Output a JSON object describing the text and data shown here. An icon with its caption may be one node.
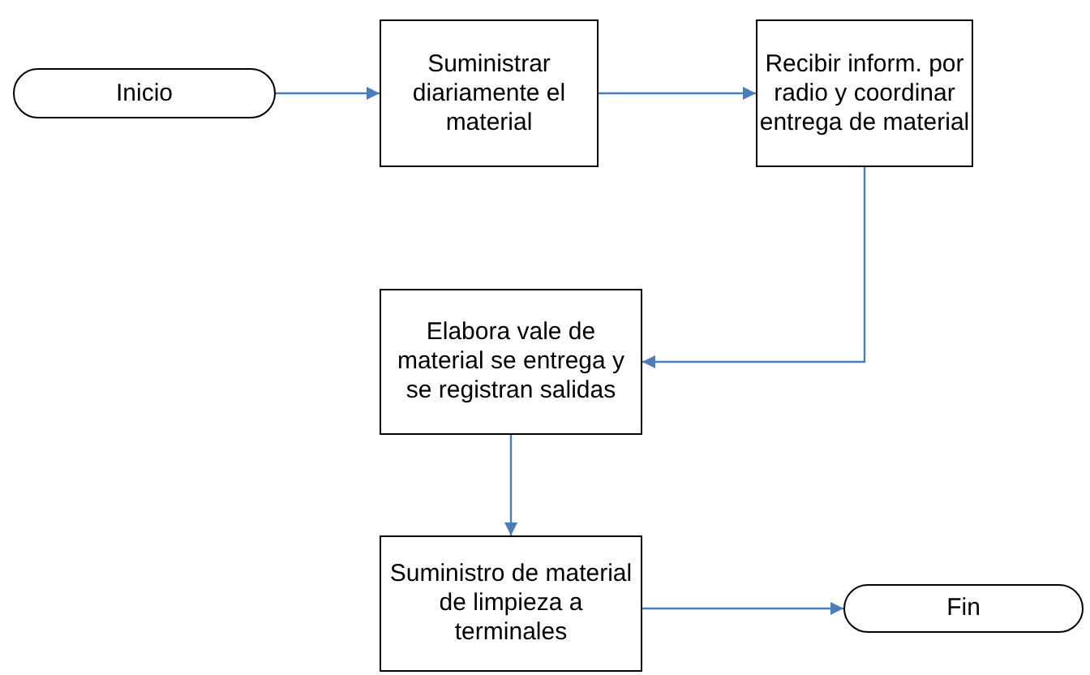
{
  "diagram": {
    "nodes": [
      {
        "text": [
          "Inicio"
        ]
      },
      {
        "text": [
          "Suministrar diariamente el material"
        ]
      },
      {
        "text": [
          "Recibir inform. por radio y coordinar entrega de material"
        ]
      },
      {
        "text": [
          "Elabora vale de material se entrega y se registran salidas"
        ]
      },
      {
        "text": [
          "Suministro de material de limpieza a terminales"
        ]
      },
      {
        "text": [
          "Fin"
        ]
      }
    ],
    "edges": [
      {
        "from": 0,
        "to": 1,
        "arrow": "to"
      },
      {
        "from": 1,
        "to": 2,
        "arrow": "to"
      },
      {
        "from": 2,
        "to": 3,
        "arrow": "to"
      },
      {
        "from": 3,
        "to": 4,
        "arrow": "to"
      },
      {
        "from": 4,
        "to": 5,
        "arrow": "to"
      }
    ]
  }
}
